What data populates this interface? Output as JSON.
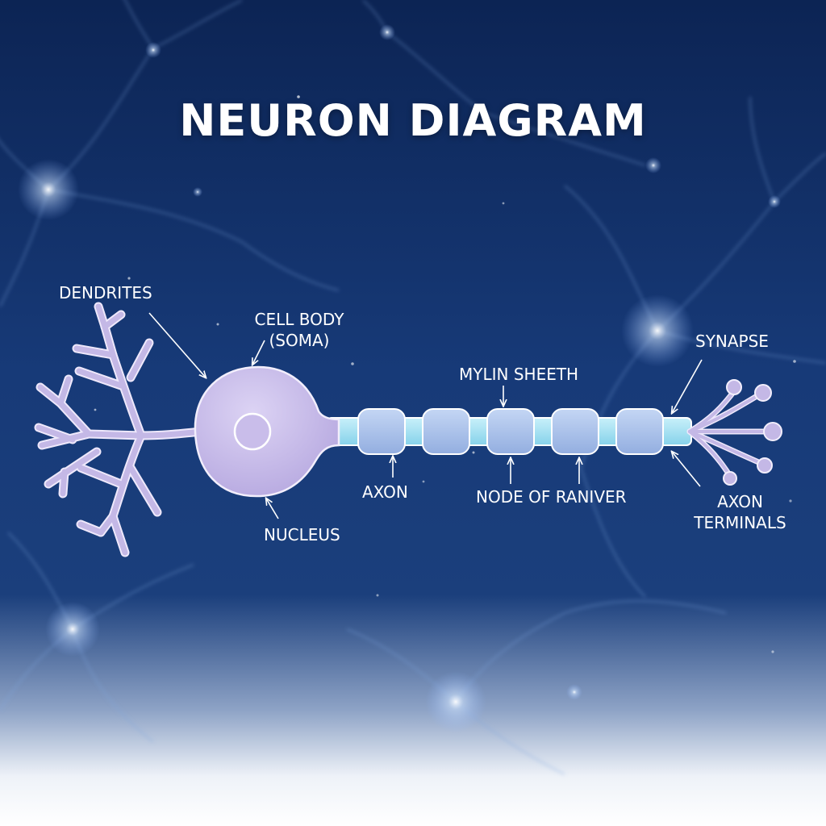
{
  "title": "NEURON DIAGRAM",
  "labels": {
    "dendrites": "DENDRITES",
    "cell_body_line1": "CELL BODY",
    "cell_body_line2": "(SOMA)",
    "nucleus": "NUCLEUS",
    "axon": "AXON",
    "myelin_sheath": "MYLIN SHEETH",
    "node_of_ranvier": "NODE OF RANIVER",
    "synapse": "SYNAPSE",
    "axon_terminals_line1": "AXON",
    "axon_terminals_line2": "TERMINALS"
  },
  "colors": {
    "background_top": "#0c2454",
    "background_mid": "#1a3f7e",
    "background_bottom": "#ffffff",
    "neuron_fill": "#c4b8e6",
    "neuron_stroke": "#e8e0fa",
    "axon_fill": "#a9e3f2",
    "myelin_fill": "#a9c2ea",
    "text": "#ffffff"
  }
}
